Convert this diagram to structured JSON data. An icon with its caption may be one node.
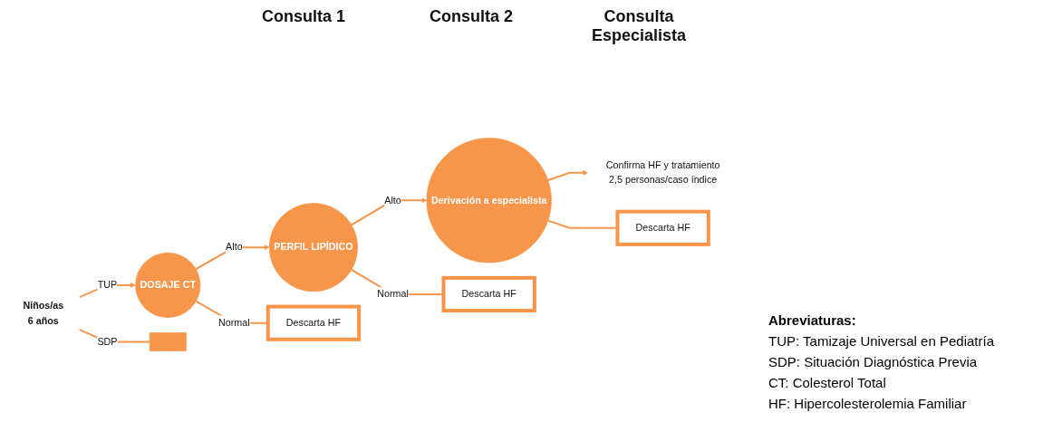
{
  "diagram": {
    "nodes": [
      {
        "text": [
          "Niños/as",
          "6 años"
        ]
      },
      {
        "text": [
          "DOSAJE CT"
        ]
      },
      {
        "text": [],
        "shape": "box"
      },
      {
        "text": [
          "PERFIL LIPÍDICO"
        ]
      },
      {
        "text": [
          "Descarta HF"
        ]
      },
      {
        "text": [
          "Derivación a especialista"
        ]
      },
      {
        "text": [
          "Descarta HF"
        ]
      },
      {
        "text": [
          "Confirma HF y tratamiento",
          "2,5 personas/caso índice"
        ]
      },
      {
        "text": [
          "Descarta HF"
        ]
      }
    ],
    "edges": [
      {
        "from": 0,
        "to": 1,
        "arrow": "to",
        "label": "TUP"
      },
      {
        "from": 0,
        "to": 2,
        "arrow": "none",
        "label": "SDP"
      },
      {
        "from": 1,
        "to": 3,
        "arrow": "to",
        "label": "Alto"
      },
      {
        "from": 1,
        "to": 4,
        "arrow": "none",
        "label": "Normal"
      },
      {
        "from": 3,
        "to": 5,
        "arrow": "to",
        "label": "Alto"
      },
      {
        "from": 3,
        "to": 6,
        "arrow": "none",
        "label": "Normal"
      },
      {
        "from": 5,
        "to": 7,
        "arrow": "to"
      },
      {
        "from": 5,
        "to": 8,
        "arrow": "none"
      }
    ],
    "labels": [
      "Consulta 1",
      "Consulta 2",
      "Consulta Especialista",
      "Abreviaturas:",
      "TUP: Tamizaje Universal en Pediatría",
      "SDP: Situación Diagnóstica Previa",
      "CT: Colesterol Total",
      "HF: Hipercolesterolemia Familiar"
    ]
  }
}
